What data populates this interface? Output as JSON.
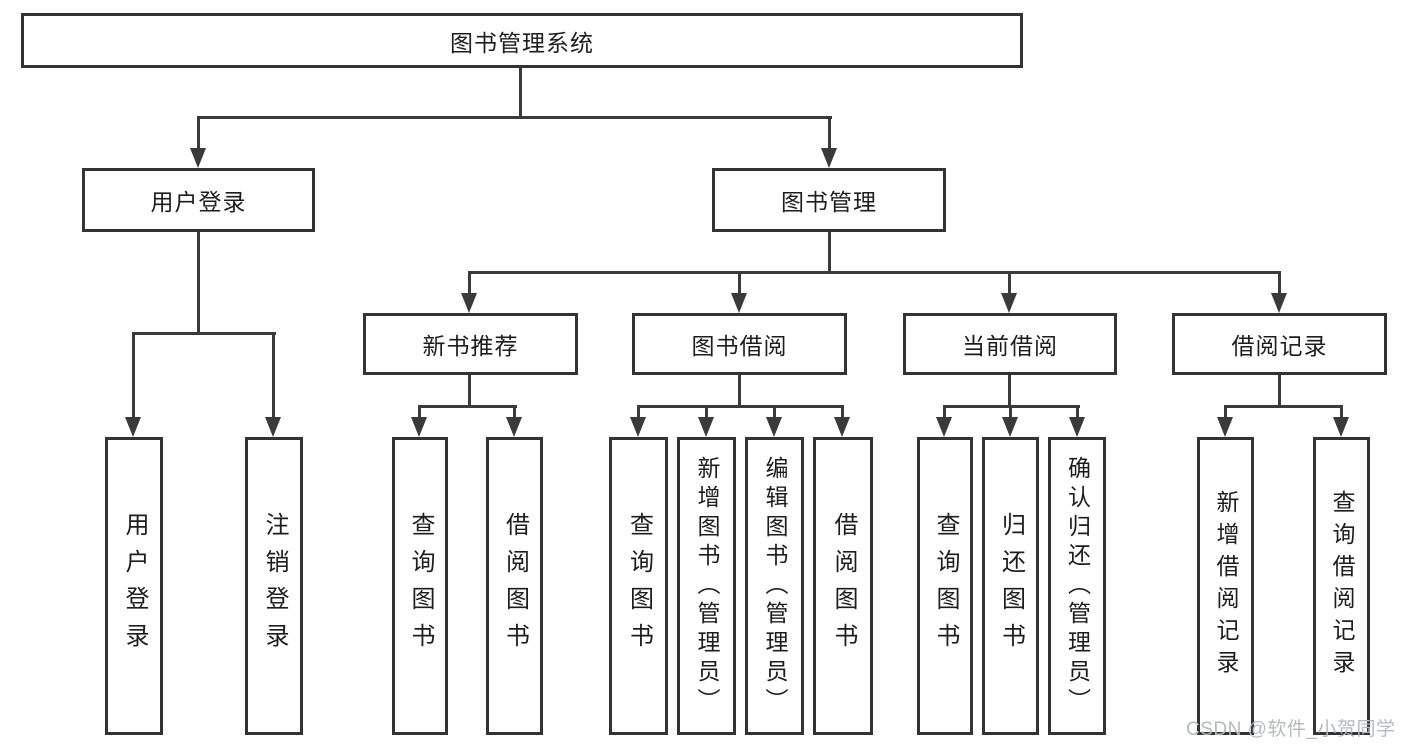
{
  "tree": {
    "root": "图书管理系统",
    "branches": [
      {
        "label": "用户登录"
      },
      {
        "label": "图书管理"
      }
    ],
    "modules": [
      {
        "label": "新书推荐"
      },
      {
        "label": "图书借阅"
      },
      {
        "label": "当前借阅"
      },
      {
        "label": "借阅记录"
      }
    ],
    "leaves": [
      {
        "label": "用户登录"
      },
      {
        "label": "注销登录"
      },
      {
        "label": "查询图书"
      },
      {
        "label": "借阅图书"
      },
      {
        "label": "查询图书"
      },
      {
        "label": "新增图书（管理员）"
      },
      {
        "label": "编辑图书（管理员）"
      },
      {
        "label": "借阅图书"
      },
      {
        "label": "查询图书"
      },
      {
        "label": "归还图书"
      },
      {
        "label": "确认归还（管理员）"
      },
      {
        "label": "新增借阅记录"
      },
      {
        "label": "查询借阅记录"
      }
    ]
  },
  "watermark": {
    "text": "CSDN @软件_小贺同学"
  },
  "colors": {
    "line": "#3a3a3a",
    "border": "#333333",
    "text": "#1d1d1d",
    "watermark": "#b6babf",
    "background": "#ffffff"
  }
}
